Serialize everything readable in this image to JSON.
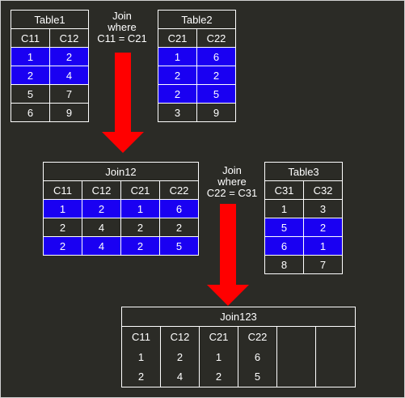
{
  "colors": {
    "background": "#2b2b26",
    "highlight": "#1a00f2",
    "arrow": "#ff0000",
    "line": "#ffffff"
  },
  "table1": {
    "title": "Table1",
    "headers": [
      "C11",
      "C12"
    ],
    "rows": [
      [
        "1",
        "2"
      ],
      [
        "2",
        "4"
      ],
      [
        "5",
        "7"
      ],
      [
        "6",
        "9"
      ]
    ],
    "highlighted_rows": [
      0,
      1
    ]
  },
  "table2": {
    "title": "Table2",
    "headers": [
      "C21",
      "C22"
    ],
    "rows": [
      [
        "1",
        "6"
      ],
      [
        "2",
        "2"
      ],
      [
        "2",
        "5"
      ],
      [
        "3",
        "9"
      ]
    ],
    "highlighted_rows": [
      0,
      1,
      2
    ]
  },
  "join1_label": {
    "line1": "Join",
    "line2": "where",
    "line3": "C11 = C21"
  },
  "join12": {
    "title": "Join12",
    "headers": [
      "C11",
      "C12",
      "C21",
      "C22"
    ],
    "rows": [
      [
        "1",
        "2",
        "1",
        "6"
      ],
      [
        "2",
        "4",
        "2",
        "2"
      ],
      [
        "2",
        "4",
        "2",
        "5"
      ]
    ],
    "highlighted_rows": [
      0,
      2
    ]
  },
  "join2_label": {
    "line1": "Join",
    "line2": "where",
    "line3": "C22 = C31"
  },
  "table3": {
    "title": "Table3",
    "headers": [
      "C31",
      "C32"
    ],
    "rows": [
      [
        "1",
        "3"
      ],
      [
        "5",
        "2"
      ],
      [
        "6",
        "1"
      ],
      [
        "8",
        "7"
      ]
    ],
    "highlighted_rows": [
      1,
      2
    ]
  },
  "join123": {
    "title": "Join123",
    "headers": [
      "C11",
      "C12",
      "C21",
      "C22",
      "",
      ""
    ],
    "rows": [
      [
        "1",
        "2",
        "1",
        "6",
        "",
        ""
      ],
      [
        "2",
        "4",
        "2",
        "5",
        "",
        ""
      ]
    ]
  }
}
